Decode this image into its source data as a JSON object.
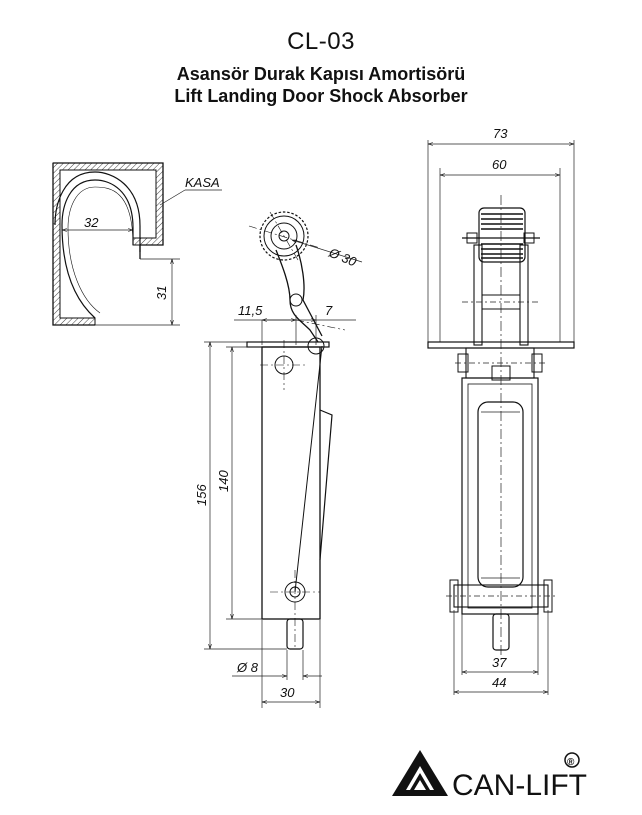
{
  "header": {
    "model": "CL-03",
    "title_tr": "Asansör Durak Kapısı Amortisörü",
    "title_en": "Lift Landing Door Shock Absorber"
  },
  "labels": {
    "kasa": "KASA"
  },
  "dimensions": {
    "d32": "32",
    "d31": "31",
    "d30_dia": "Ø 30",
    "d11_5": "11,5",
    "d7": "7",
    "d140": "140",
    "d156": "156",
    "d8_dia": "Ø 8",
    "d30": "30",
    "d73": "73",
    "d60": "60",
    "d37": "37",
    "d44": "44"
  },
  "logo": {
    "brand": "CAN-LIFT",
    "registered": "®"
  }
}
